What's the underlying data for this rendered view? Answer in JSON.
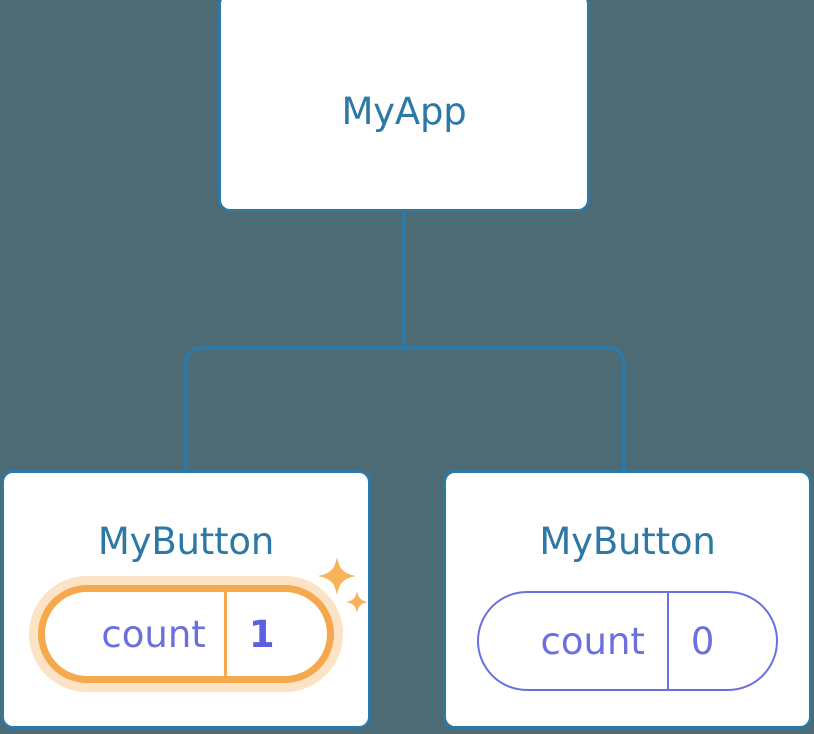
{
  "diagram": {
    "type": "component-tree",
    "background_color": "#4d6b75",
    "node_border_color": "#2E78A6",
    "connector_color": "#2E78A6",
    "accent_highlight_color": "#F5A84C",
    "accent_glow_color": "#FBD9A8",
    "state_text_color": "#6B70DE"
  },
  "root": {
    "title": "MyApp"
  },
  "children": [
    {
      "title": "MyButton",
      "state_key": "count",
      "state_value": "1",
      "highlighted": true,
      "sparkle_large": "sparkle-icon",
      "sparkle_small": "sparkle-icon"
    },
    {
      "title": "MyButton",
      "state_key": "count",
      "state_value": "0",
      "highlighted": false
    }
  ]
}
